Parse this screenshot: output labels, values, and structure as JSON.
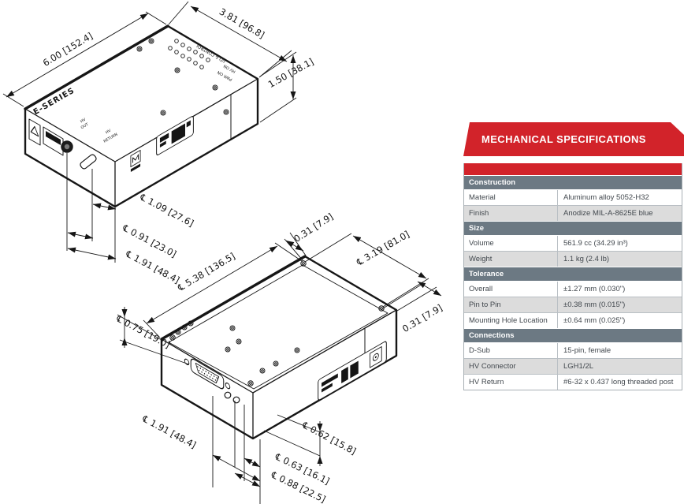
{
  "panel": {
    "title": "MECHANICAL SPECIFICATIONS",
    "colors": {
      "red": "#d2232a",
      "slate": "#6c7983",
      "row_gray": "#dcdcdc",
      "border": "#a9b0b5"
    }
  },
  "spec_table": {
    "sections": [
      {
        "header": "Construction",
        "rows": [
          [
            "Material",
            "Aluminum alloy 5052-H32"
          ],
          [
            "Finish",
            "Anodize MIL-A-8625E blue"
          ]
        ]
      },
      {
        "header": "Size",
        "rows": [
          [
            "Volume",
            "561.9 cc (34.29 in³)"
          ],
          [
            "Weight",
            "1.1 kg (2.4 lb)"
          ]
        ]
      },
      {
        "header": "Tolerance",
        "rows": [
          [
            "Overall",
            "±1.27 mm (0.030\")"
          ],
          [
            "Pin to Pin",
            "±0.38 mm (0.015\")"
          ],
          [
            "Mounting Hole Location",
            "±0.64 mm (0.025\")"
          ]
        ]
      },
      {
        "header": "Connections",
        "rows": [
          [
            "D-Sub",
            "15-pin, female"
          ],
          [
            "HV Connector",
            "LGH1/2L"
          ],
          [
            "HV Return",
            "#6-32 x 0.437 long threaded post"
          ]
        ]
      }
    ]
  },
  "drawing_top": {
    "product_label": "E-SERIES",
    "panel_labels": {
      "io_control": "I/O & CONTROL",
      "hv_on": "HV ON",
      "pwr_on": "PWR ON",
      "hv_out_1": "HV",
      "hv_out_2": "OUT",
      "hv_ret_1": "HV",
      "hv_ret_2": "RETURN"
    },
    "dims": {
      "length": "6.00 [152.4]",
      "width": "3.81 [96.8]",
      "height": "1.50 [38.1]",
      "cl_a": "℄ 1.09 [27.6]",
      "cl_b": "℄ 0.91 [23.0]",
      "cl_c": "℄ 1.91 [48.4]"
    }
  },
  "drawing_bottom": {
    "dims": {
      "flange_top": "0.31 [7.9]",
      "length": "℄ 5.38 [136.5]",
      "width": "℄ 3.19 [81.0]",
      "flange_right": "0.31 [7.9]",
      "height_cl": "℄ 0.75 [19.0]",
      "cl_a": "℄ 1.91 [48.4]",
      "cl_b": "℄ 0.62 [15.8]",
      "cl_c": "℄ 0.63 [16.1]",
      "cl_d": "℄ 0.88 [22.5]"
    }
  }
}
